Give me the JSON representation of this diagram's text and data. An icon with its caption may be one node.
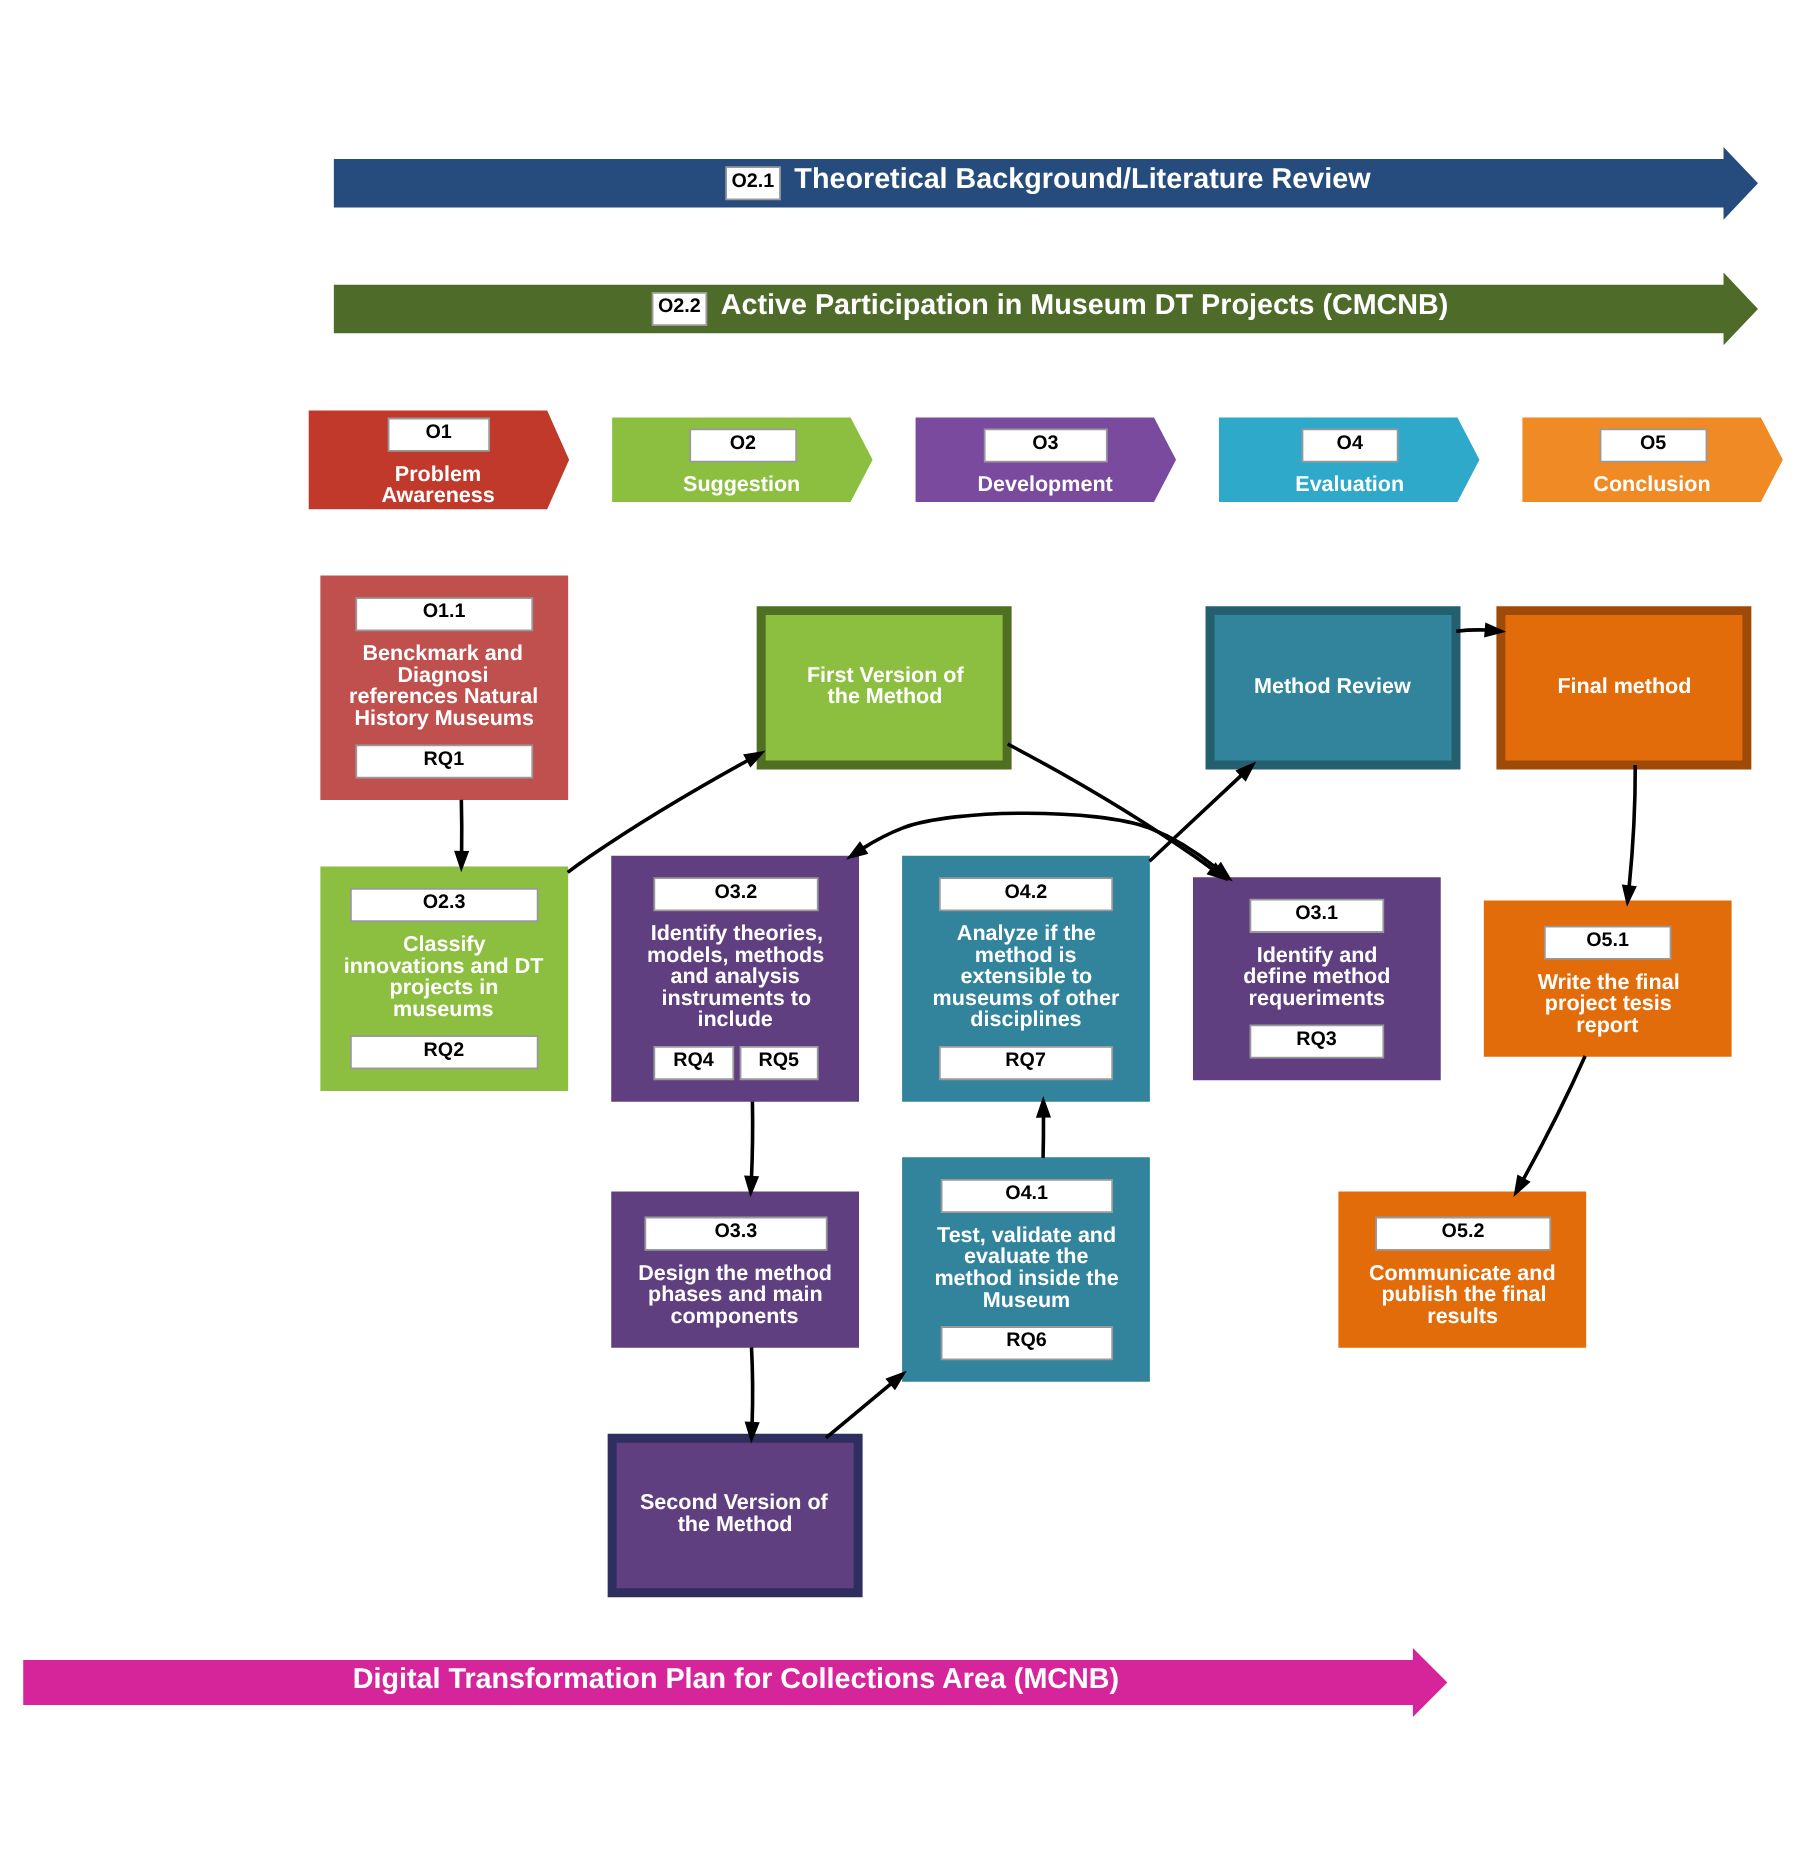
{
  "diagram": {
    "nodes": [
      {
        "text": [
          "O2.1",
          "Theoretical Background/Literature Review"
        ]
      },
      {
        "text": [
          "O2.2",
          "Active Participation in Museum DT Projects (CMCNB)"
        ]
      },
      {
        "text": [
          "O1",
          "Problem Awareness"
        ]
      },
      {
        "text": [
          "O2",
          "Suggestion"
        ]
      },
      {
        "text": [
          "O3",
          "Development"
        ]
      },
      {
        "text": [
          "O4",
          "Evaluation"
        ]
      },
      {
        "text": [
          "O5",
          "Conclusion"
        ]
      },
      {
        "text": [
          "O1.1",
          "Benckmark and Diagnosi references Natural History Museums",
          "RQ1"
        ]
      },
      {
        "text": [
          "First Version of the Method"
        ]
      },
      {
        "text": [
          "O2.3",
          "Classify innovations and DT projects in museums",
          "RQ2"
        ]
      },
      {
        "text": [
          "O3.1",
          "Identify and define method requeriments",
          "RQ3"
        ]
      },
      {
        "text": [
          "Method Review"
        ]
      },
      {
        "text": [
          "Final method"
        ]
      },
      {
        "text": [
          "O3.2",
          "Identify theories, models, methods and analysis instruments to include",
          "RQ4",
          "RQ5"
        ]
      },
      {
        "text": [
          "O4.2",
          "Analyze if the method is extensible to museums of other disciplines",
          "RQ7"
        ]
      },
      {
        "text": [
          "O5.1",
          "Write the final project tesis report"
        ]
      },
      {
        "text": [
          "O3.3",
          "Design the method phases and main components"
        ]
      },
      {
        "text": [
          "O4.1",
          "Test, validate and evaluate the method inside the Museum",
          "RQ6"
        ]
      },
      {
        "text": [
          "O5.2",
          "Communicate and publish the final results"
        ]
      },
      {
        "text": [
          "Second Version of the Method"
        ]
      },
      {
        "text": [
          "Digital Transformation Plan for Collections Area (MCNB)"
        ]
      }
    ],
    "edges": [
      {
        "from": 7,
        "to": 9,
        "arrow": "to"
      },
      {
        "from": 9,
        "to": 8,
        "arrow": "to"
      },
      {
        "from": 8,
        "to": 10,
        "arrow": "to"
      },
      {
        "from": 10,
        "to": 13,
        "arrow": "both"
      },
      {
        "from": 13,
        "to": 16,
        "arrow": "to"
      },
      {
        "from": 16,
        "to": 19,
        "arrow": "to"
      },
      {
        "from": 19,
        "to": 17,
        "arrow": "to"
      },
      {
        "from": 17,
        "to": 14,
        "arrow": "to"
      },
      {
        "from": 14,
        "to": 11,
        "arrow": "to"
      },
      {
        "from": 11,
        "to": 12,
        "arrow": "to"
      },
      {
        "from": 12,
        "to": 15,
        "arrow": "to"
      },
      {
        "from": 15,
        "to": 18,
        "arrow": "to"
      }
    ]
  }
}
